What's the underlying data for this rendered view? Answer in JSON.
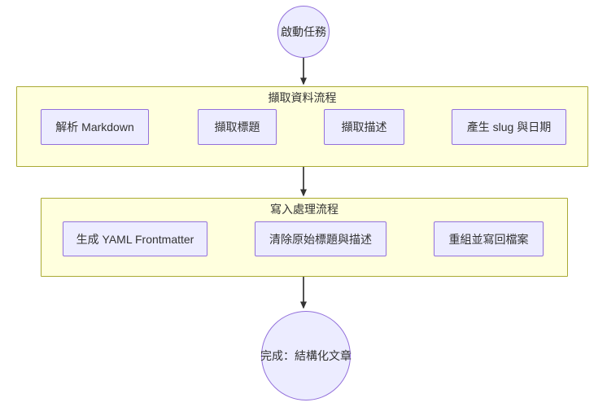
{
  "diagram": {
    "type": "flowchart",
    "direction": "top-to-bottom",
    "start_node": {
      "shape": "circle",
      "label": "啟動任務"
    },
    "clusters": [
      {
        "title": "擷取資料流程",
        "nodes": [
          {
            "label": "解析 Markdown"
          },
          {
            "label": "擷取標題"
          },
          {
            "label": "擷取描述"
          },
          {
            "label": "產生 slug 與日期"
          }
        ]
      },
      {
        "title": "寫入處理流程",
        "nodes": [
          {
            "label": "生成 YAML Frontmatter"
          },
          {
            "label": "清除原始標題與描述"
          },
          {
            "label": "重組並寫回檔案"
          }
        ]
      }
    ],
    "end_node": {
      "shape": "circle",
      "label": "完成：結構化文章"
    },
    "edges": [
      {
        "from": "啟動任務",
        "to": "解析 Markdown"
      },
      {
        "from": "解析 Markdown",
        "to": "擷取標題"
      },
      {
        "from": "擷取標題",
        "to": "擷取描述"
      },
      {
        "from": "擷取描述",
        "to": "產生 slug 與日期"
      },
      {
        "from": "產生 slug 與日期",
        "to": "生成 YAML Frontmatter"
      },
      {
        "from": "生成 YAML Frontmatter",
        "to": "清除原始標題與描述"
      },
      {
        "from": "清除原始標題與描述",
        "to": "重組並寫回檔案"
      },
      {
        "from": "重組並寫回檔案",
        "to": "完成：結構化文章"
      }
    ],
    "colors": {
      "node_fill": "#ececff",
      "node_border": "#9370db",
      "cluster_fill": "#ffffde",
      "cluster_border": "#aaaa33",
      "edge": "#333333",
      "text": "#333333",
      "background": "#ffffff"
    }
  }
}
